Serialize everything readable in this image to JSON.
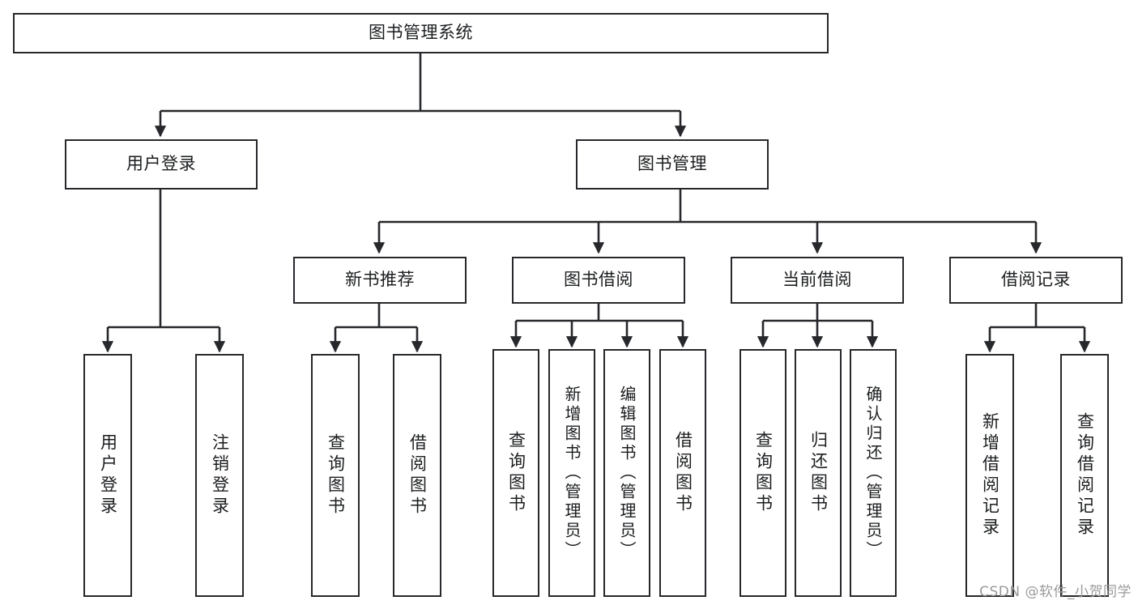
{
  "diagram": {
    "title": "图书管理系统",
    "type": "功能结构图",
    "watermark": "CSDN @软件_小贺同学",
    "colors": {
      "stroke": "#26282b",
      "fill": "#ffffff",
      "text": "#1b1d1f",
      "watermark": "#9a9a9a"
    },
    "root": {
      "label": "图书管理系统"
    },
    "level2": [
      {
        "label": "用户登录"
      },
      {
        "label": "图书管理"
      }
    ],
    "level3": [
      {
        "label": "新书推荐"
      },
      {
        "label": "图书借阅"
      },
      {
        "label": "当前借阅"
      },
      {
        "label": "借阅记录"
      }
    ],
    "leaves": {
      "user_login": [
        {
          "label": "用户登录"
        },
        {
          "label": "注销登录"
        }
      ],
      "new_book": [
        {
          "label": "查询图书"
        },
        {
          "label": "借阅图书"
        }
      ],
      "borrow_book": [
        {
          "label": "查询图书"
        },
        {
          "label": "新增图书（管理员）"
        },
        {
          "label": "编辑图书（管理员）"
        },
        {
          "label": "借阅图书"
        }
      ],
      "current_borrow": [
        {
          "label": "查询图书"
        },
        {
          "label": "归还图书"
        },
        {
          "label": "确认归还（管理员）"
        }
      ],
      "borrow_record": [
        {
          "label": "新增借阅记录"
        },
        {
          "label": "查询借阅记录"
        }
      ]
    }
  }
}
